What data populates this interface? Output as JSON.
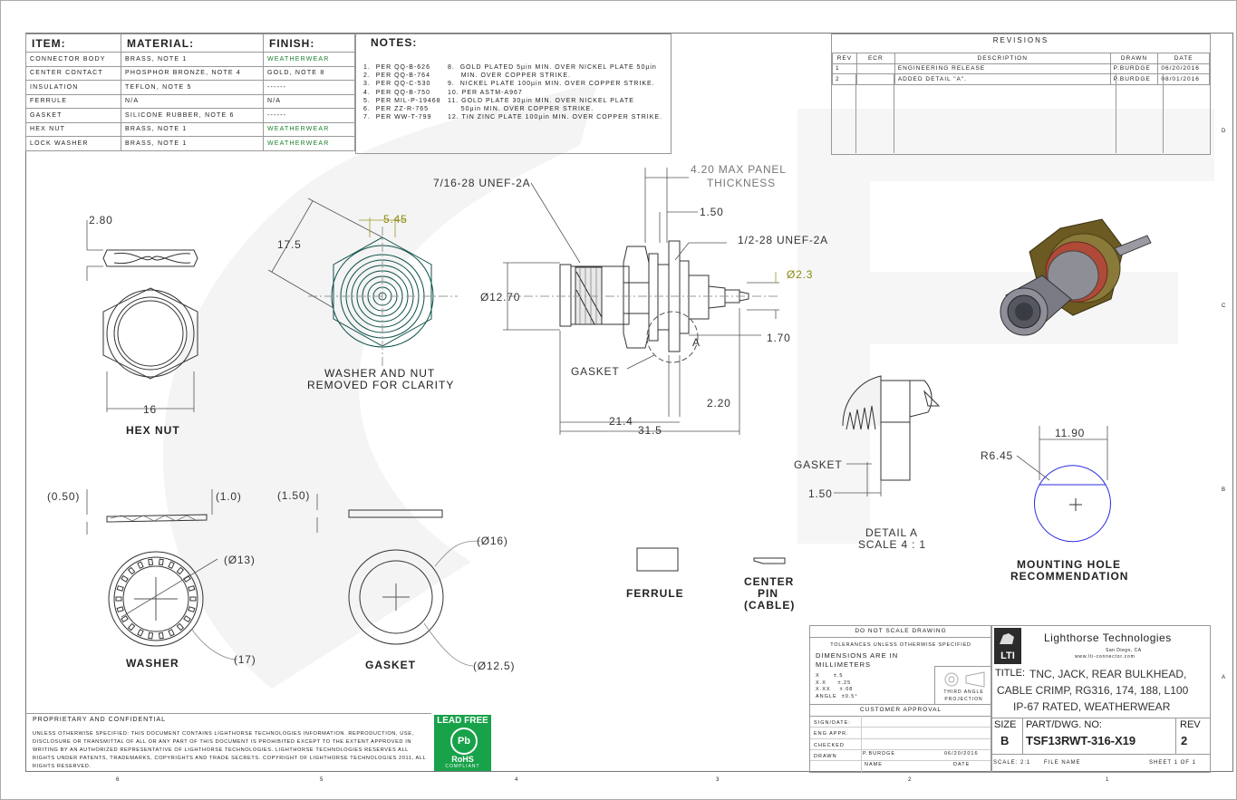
{
  "materials_table": {
    "headers": {
      "item": "ITEM:",
      "material": "MATERIAL:",
      "finish": "FINISH:"
    },
    "rows": [
      {
        "item": "CONNECTOR BODY",
        "material": "BRASS, NOTE 1",
        "finish": "WEATHERWEAR",
        "finish_green": true
      },
      {
        "item": "CENTER CONTACT",
        "material": "PHOSPHOR BRONZE, NOTE 4",
        "finish": "GOLD, NOTE 8",
        "finish_green": false
      },
      {
        "item": "INSULATION",
        "material": "TEFLON, NOTE 5",
        "finish": "------",
        "finish_green": false
      },
      {
        "item": "FERRULE",
        "material": "N/A",
        "finish": "N/A",
        "finish_green": false
      },
      {
        "item": "GASKET",
        "material": "SILICONE RUBBER, NOTE 6",
        "finish": "------",
        "finish_green": false
      },
      {
        "item": "HEX NUT",
        "material": "BRASS, NOTE 1",
        "finish": "WEATHERWEAR",
        "finish_green": true
      },
      {
        "item": "LOCK WASHER",
        "material": "BRASS, NOTE 1",
        "finish": "WEATHERWEAR",
        "finish_green": true
      }
    ]
  },
  "notes": {
    "title": "NOTES:",
    "left": [
      "1.  PER QQ-B-626",
      "2.  PER QQ-B-764",
      "3.  PER QQ-C-530",
      "4.  PER QQ-B-750",
      "5.  PER MIL-P-19468",
      "6.  PER ZZ-R-765",
      "7.  PER WW-T-799"
    ],
    "right": [
      "8.  GOLD PLATED 5µin MIN. OVER NICKEL PLATE 50µin",
      "     MIN. OVER COPPER STRIKE.",
      "9.  NICKEL PLATE 100µin MIN. OVER COPPER STRIKE.",
      "10. PER ASTM-A967",
      "11. GOLD PLATE 30µin MIN. OVER NICKEL PLATE",
      "     50µin MIN. OVER COPPER STRIKE.",
      "12. TIN ZINC PLATE 100µin MIN. OVER COPPER STRIKE."
    ]
  },
  "revisions": {
    "title": "REVISIONS",
    "headers": [
      "REV",
      "ECR",
      "DESCRIPTION",
      "DRAWN",
      "DATE"
    ],
    "rows": [
      [
        "1",
        "",
        "ENGINEERING RELEASE",
        "P.BURDGE",
        "06/20/2016"
      ],
      [
        "2",
        "",
        "ADDED DETAIL \"A\".",
        "P.BURDGE",
        "08/01/2016"
      ]
    ]
  },
  "border_letters": [
    "D",
    "C",
    "B",
    "A"
  ],
  "border_numbers": [
    "6",
    "5",
    "4",
    "3",
    "2",
    "1"
  ],
  "views": {
    "hex_nut": {
      "label": "HEX NUT",
      "dim_thick": "2.80",
      "dim_width": "16"
    },
    "front": {
      "caption_line1": "WASHER AND NUT",
      "caption_line2": "REMOVED FOR CLARITY",
      "dim_diag": "17.5",
      "dim_top": "5.45"
    },
    "side": {
      "thread_front": "7/16-28 UNEF-2A",
      "thread_rear": "1/2-28 UNEF-2A",
      "panel_line1": "4.20 MAX PANEL",
      "panel_line2": "THICKNESS",
      "dim_150": "1.50",
      "dim_dia": "Ø12.70",
      "dim_pin": "Ø2.3",
      "dim_170": "1.70",
      "dim_220": "2.20",
      "dim_214": "21.4",
      "dim_315": "31.5",
      "gasket": "GASKET",
      "detail_marker": "A"
    },
    "detail": {
      "gasket": "GASKET",
      "dim": "1.50",
      "label_line1": "DETAIL A",
      "label_line2": "SCALE 4 : 1"
    },
    "mounting_hole": {
      "dim_width": "11.90",
      "dim_radius": "R6.45",
      "label_line1": "MOUNTING HOLE",
      "label_line2": "RECOMMENDATION"
    },
    "washer": {
      "label": "WASHER",
      "dim_thick": "0.50",
      "dim_right": "1.0",
      "dim_id": "Ø13",
      "dim_od": "17"
    },
    "gasket": {
      "label": "GASKET",
      "dim_thick": "1.50",
      "dim_od": "Ø16",
      "dim_id": "Ø12.5"
    },
    "ferrule": {
      "label": "FERRULE"
    },
    "center_pin": {
      "line1": "CENTER",
      "line2": "PIN",
      "line3": "(CABLE)"
    }
  },
  "proprietary": {
    "title": "PROPRIETARY AND CONFIDENTIAL",
    "body": "UNLESS OTHERWISE SPECIFIED: THIS DOCUMENT CONTAINS LIGHTHORSE TECHNOLOGIES INFORMATION. REPRODUCTION, USE, DISCLOSURE OR TRANSMITTAL OF ALL OR ANY PART OF THIS DOCUMENT IS PROHIBITED EXCEPT TO THE EXTENT APPROVED IN WRITING BY AN AUTHORIZED REPRESENTATIVE OF LIGHTHORSE TECHNOLOGIES. LIGHTHORSE TECHNOLOGIES RESERVES ALL RIGHTS UNDER PATENTS, TRADEMARKS, COPYRIGHTS AND TRADE SECRETS. COPYRIGHT OF LIGHTHORSE TECHNOLOGIES 2011, ALL RIGHTS RESERVED."
  },
  "badge": {
    "top": "LEAD FREE",
    "mid": "Pb",
    "bottom": "RoHS",
    "sub": "COMPLIANT"
  },
  "title_block": {
    "do_not_scale": "DO NOT SCALE DRAWING",
    "tolerances": "TOLERANCES UNLESS OTHERWISE SPECIFIED",
    "dims_line1": "DIMENSIONS ARE IN",
    "dims_line2": "MILLIMETERS",
    "tol_rows": [
      "X      ±.5",
      "X.X     ±.25",
      "X.XX    ±.08",
      "ANGLE  ±0.5°"
    ],
    "projection_line1": "THIRD ANGLE",
    "projection_line2": "PROJECTION",
    "customer_approval": "CUSTOMER APPROVAL",
    "sign_rows": [
      "SIGN/DATE:",
      "ENG APPR.",
      "CHECKED",
      "DRAWN"
    ],
    "drawn_name": "P.BURDGE",
    "drawn_date": "06/20/2016",
    "name_hdr": "NAME",
    "date_hdr": "DATE",
    "company": "Lighthorse Technologies",
    "city": "San Diego, CA",
    "website": "www.lti-connector.com",
    "logo": "LTI",
    "title_label": "TITLE:",
    "title_lines": [
      "TNC, JACK, REAR BULKHEAD,",
      "CABLE CRIMP, RG316, 174, 188, L100",
      "IP-67 RATED, WEATHERWEAR"
    ],
    "size_label": "SIZE",
    "size": "B",
    "part_label": "PART/DWG. NO:",
    "part_no": "TSF13RWT-316-X19",
    "rev_label": "REV",
    "rev": "2",
    "scale": "SCALE: 2:1",
    "file_name": "FILE NAME",
    "sheet": "SHEET 1 OF 1"
  }
}
